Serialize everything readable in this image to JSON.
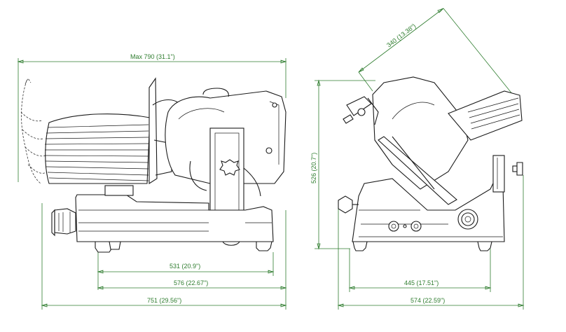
{
  "dimensions": {
    "max_width": "Max 790   (31.1\")",
    "d531": "531  (20.9\")",
    "d576": "576  (22.67\")",
    "d751": "751  (29.56\")",
    "height": "526  (20.7\")",
    "diag": "340  (13.38\")",
    "d445": "445  (17.51\")",
    "d574": "574  (22.59\")"
  },
  "colors": {
    "dimension": "#2f7d2f",
    "line": "#1a1a1a"
  }
}
